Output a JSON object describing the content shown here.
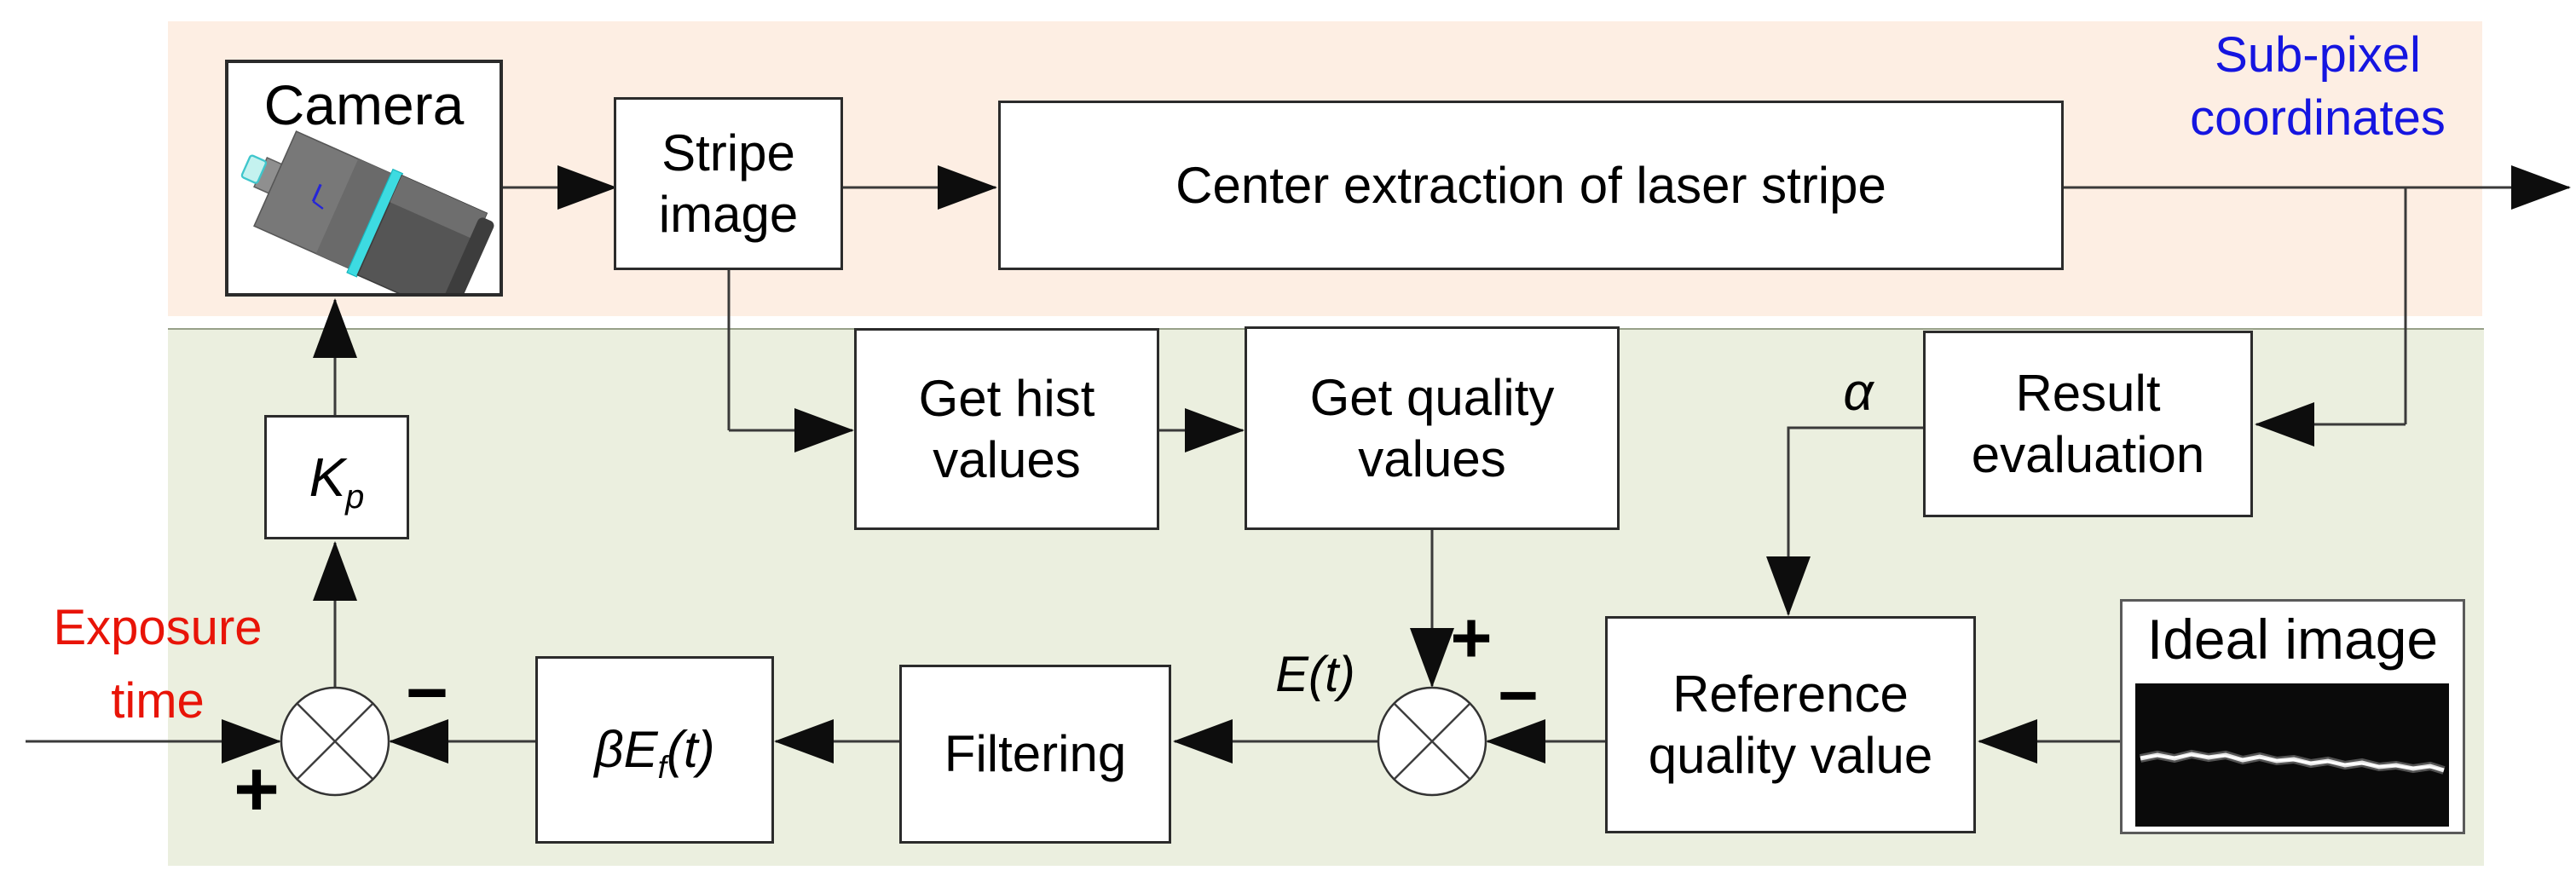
{
  "colors": {
    "band_pink": "#fdeee3",
    "band_green": "#ebefdf",
    "band_edge": "#97a089",
    "wire": "#3a3a3a",
    "arrow": "#0d0d0d",
    "box_border": "#2b2b2b",
    "accent_blue": "#1515e0",
    "accent_red": "#e81408"
  },
  "top_band": {
    "camera_label": "Camera",
    "stripe_image_label": "Stripe\nimage",
    "center_extraction_label": "Center extraction of laser stripe",
    "subpixel_output_label": "Sub-pixel\ncoordinates"
  },
  "feedback_band": {
    "get_hist_label": "Get hist\nvalues",
    "get_quality_label": "Get quality\nvalues",
    "result_evaluation_label": "Result\nevaluation",
    "alpha_label": "α",
    "reference_quality_label": "Reference\nquality value",
    "ideal_image_label": "Ideal image",
    "filtering_label": "Filtering",
    "error_signal_label": "E(t)",
    "exposure_time_label": "Exposure\ntime",
    "gain": {
      "main": "K",
      "sub": "p"
    },
    "feedback_gain": {
      "pre": "βE",
      "sub": "f",
      "post": "(t)"
    },
    "sum1": {
      "plus": "+",
      "minus": "−"
    },
    "sum2": {
      "plus": "+",
      "minus": "−"
    }
  }
}
